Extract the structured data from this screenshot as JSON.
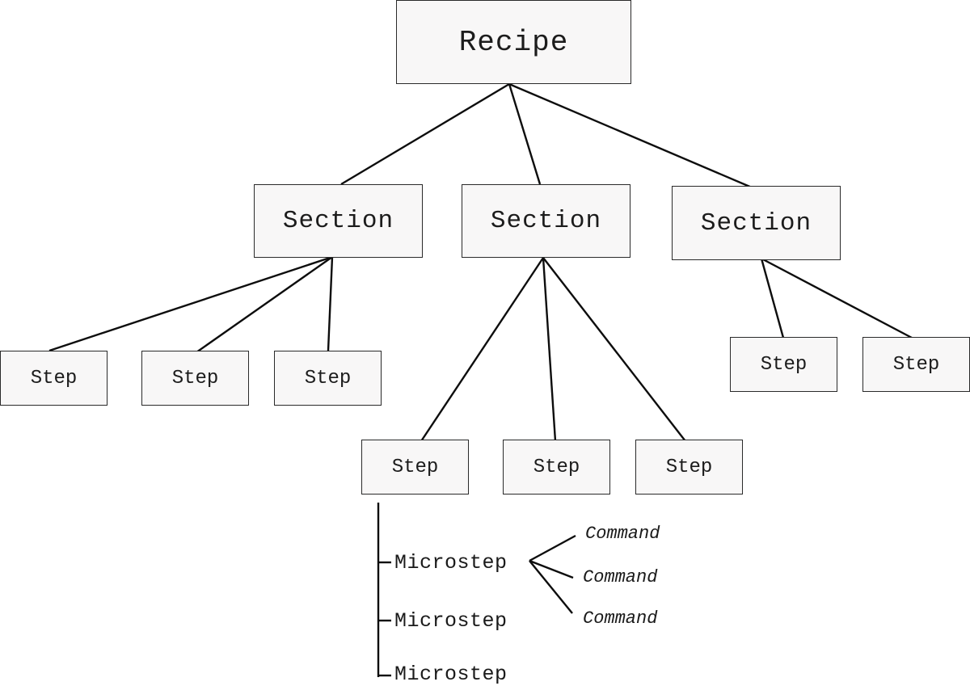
{
  "root": {
    "label": "Recipe"
  },
  "sections": [
    {
      "label": "Section",
      "steps": [
        {
          "label": "Step"
        },
        {
          "label": "Step"
        },
        {
          "label": "Step"
        }
      ]
    },
    {
      "label": "Section",
      "steps": [
        {
          "label": "Step"
        },
        {
          "label": "Step"
        },
        {
          "label": "Step"
        }
      ]
    },
    {
      "label": "Section",
      "steps": [
        {
          "label": "Step"
        },
        {
          "label": "Step"
        }
      ]
    }
  ],
  "microsteps": [
    {
      "label": "Microstep"
    },
    {
      "label": "Microstep"
    },
    {
      "label": "Microstep"
    }
  ],
  "commands": [
    {
      "label": "Command"
    },
    {
      "label": "Command"
    },
    {
      "label": "Command"
    }
  ]
}
